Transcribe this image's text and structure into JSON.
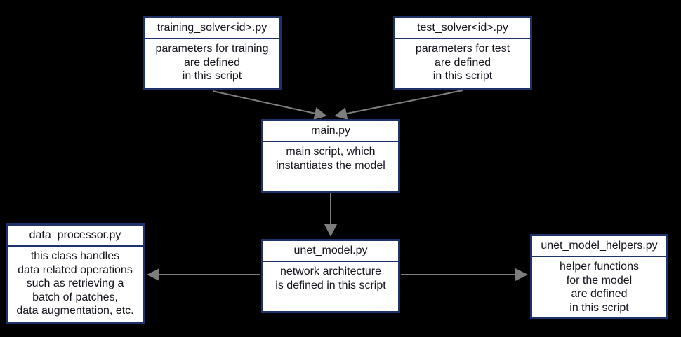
{
  "diagram": {
    "colors": {
      "background": "#000000",
      "node-fill": "#ffffff",
      "node-border": "#1e3269",
      "text": "#15151e",
      "arrow": "#7d7d7d"
    },
    "nodes": [
      {
        "title": "training_solver<id>.py",
        "body": "parameters for training\nare defined\nin this script"
      },
      {
        "title": "test_solver<id>.py",
        "body": "parameters for test\nare defined\nin this script"
      },
      {
        "title": "main.py",
        "body": "main script, which\ninstantiates the model"
      },
      {
        "title": "data_processor.py",
        "body": "this class handles\ndata related operations\nsuch as retrieving a\nbatch of patches,\ndata augmentation, etc."
      },
      {
        "title": "unet_model.py",
        "body": "network architecture\nis defined in this script"
      },
      {
        "title": "unet_model_helpers.py",
        "body": "helper functions\nfor the model\nare defined\nin this script"
      }
    ],
    "edges": [
      {
        "from": "training_solver<id>.py",
        "to": "main.py"
      },
      {
        "from": "test_solver<id>.py",
        "to": "main.py"
      },
      {
        "from": "main.py",
        "to": "unet_model.py"
      },
      {
        "from": "unet_model.py",
        "to": "data_processor.py"
      },
      {
        "from": "unet_model.py",
        "to": "unet_model_helpers.py"
      }
    ]
  }
}
